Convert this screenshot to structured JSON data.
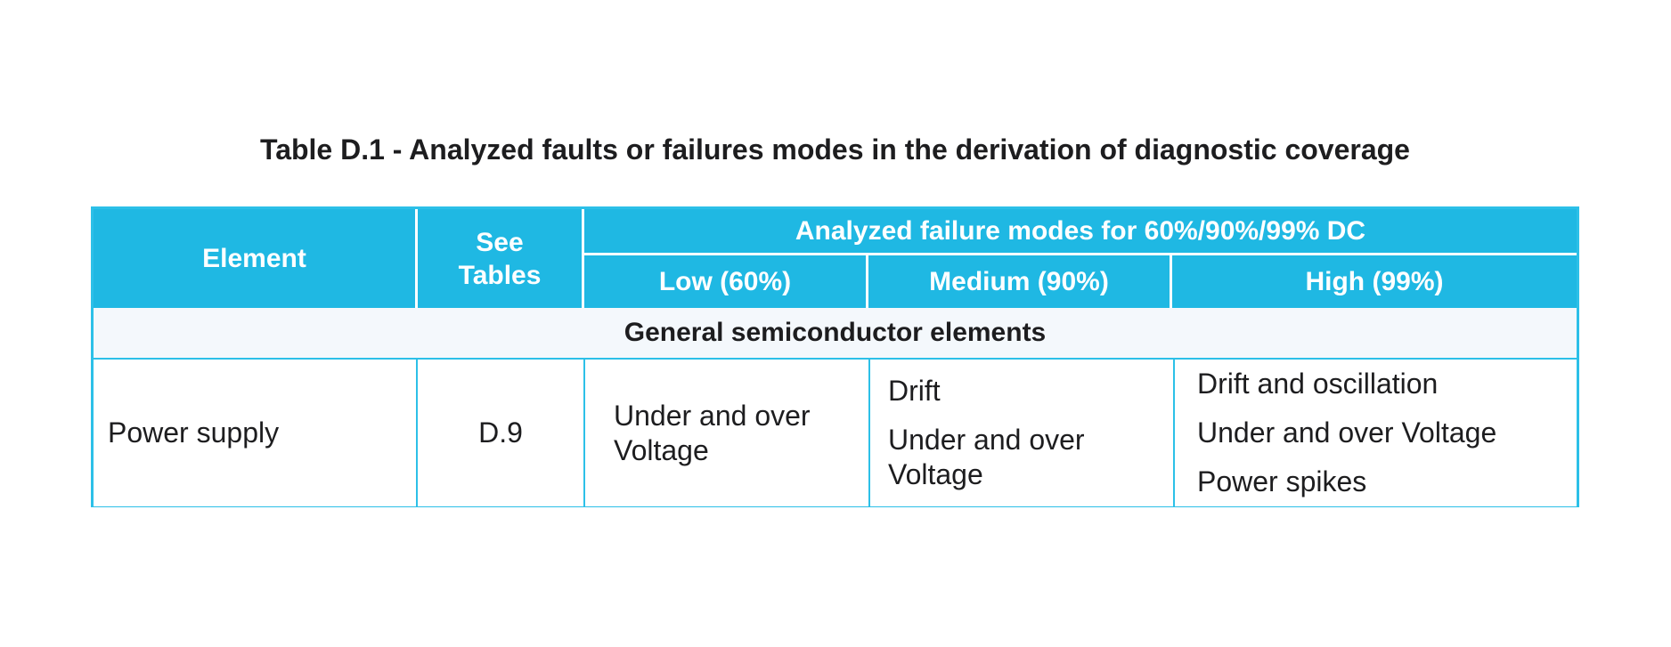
{
  "title": "Table D.1 - Analyzed faults or failures modes in the derivation of diagnostic coverage",
  "table": {
    "header": {
      "element": "Element",
      "see_tables": "See\nTables",
      "analyzed_span": "Analyzed failure modes for 60%/90%/99% DC",
      "low": "Low (60%)",
      "medium": "Medium (90%)",
      "high": "High (99%)"
    },
    "section_title": "General semiconductor elements",
    "rows": [
      {
        "element": "Power supply",
        "see_tables": "D.9",
        "low": [
          "Under and over Voltage"
        ],
        "medium": [
          "Drift",
          "Under and over Voltage"
        ],
        "high": [
          "Drift and oscillation",
          "Under and over Voltage",
          "Power spikes"
        ]
      }
    ]
  },
  "colors": {
    "header_bg": "#1fb8e3",
    "cell_border": "#2cc0e8",
    "section_bg": "#f4f8fc",
    "header_text": "#ffffff",
    "body_text": "#1d1d1f"
  }
}
